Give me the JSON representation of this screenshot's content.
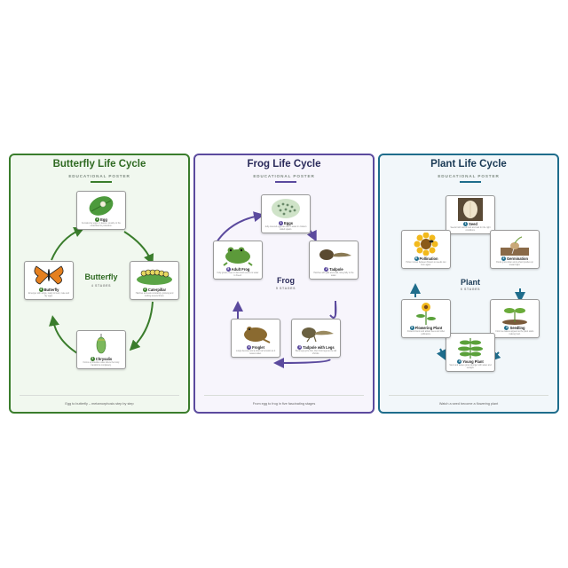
{
  "posters": [
    {
      "title": "Butterfly Life Cycle",
      "subtitle": "EDUCATIONAL POSTER",
      "center_name": "Butterfly",
      "center_sub": "4 STAGES",
      "footer": "Egg to butterfly – metamorphosis step by step",
      "accent": "#3a7d2c",
      "stages": [
        {
          "num": "1",
          "label": "Egg",
          "desc": "Females lay eggs on leaves, usually on the underside for protection."
        },
        {
          "num": "2",
          "label": "Caterpillar",
          "desc": "Hatches and eats constantly, growing and molting several times."
        },
        {
          "num": "3",
          "label": "Chrysalis",
          "desc": "Forms a protective case where the body transforms completely."
        },
        {
          "num": "4",
          "label": "Butterfly",
          "desc": "Emerges with wings, ready to feed, mate and lay eggs."
        }
      ]
    },
    {
      "title": "Frog Life Cycle",
      "subtitle": "EDUCATIONAL POSTER",
      "center_name": "Frog",
      "center_sub": "5 STAGES",
      "footer": "From egg to frog in five fascinating stages",
      "accent": "#5b4a9e",
      "stages": [
        {
          "num": "1",
          "label": "Eggs",
          "desc": "Jelly-covered eggs are laid in water in clusters called spawn."
        },
        {
          "num": "2",
          "label": "Tadpole",
          "desc": "Hatches with gills and a tail, living fully in the water."
        },
        {
          "num": "3",
          "label": "Tadpole with Legs",
          "desc": "Back legs grow first, then front legs as the tail shrinks."
        },
        {
          "num": "4",
          "label": "Froglet",
          "desc": "Lungs develop and a short tail remains as it leaves water."
        },
        {
          "num": "5",
          "label": "Adult Frog",
          "desc": "Fully grown, lives on land and returns to water to breed."
        }
      ]
    },
    {
      "title": "Plant Life Cycle",
      "subtitle": "EDUCATIONAL POSTER",
      "center_name": "Plant",
      "center_sub": "6 STAGES",
      "footer": "Watch a seed become a flowering plant",
      "accent": "#1f6d8c",
      "stages": [
        {
          "num": "1",
          "label": "Seed",
          "desc": "Seeds hold stored food and wait for the right conditions."
        },
        {
          "num": "2",
          "label": "Germination",
          "desc": "Roots grow down and a shoot pushes up toward light."
        },
        {
          "num": "3",
          "label": "Seedling",
          "desc": "First true leaves appear as the plant starts making food."
        },
        {
          "num": "4",
          "label": "Young Plant",
          "desc": "Stem and leaves grow stronger with water and sunlight."
        },
        {
          "num": "5",
          "label": "Flowering Plant",
          "desc": "Flowers bloom and attract bees and other pollinators."
        },
        {
          "num": "6",
          "label": "Pollination",
          "desc": "Pollen moves between flowers so seeds can form again."
        }
      ]
    }
  ]
}
